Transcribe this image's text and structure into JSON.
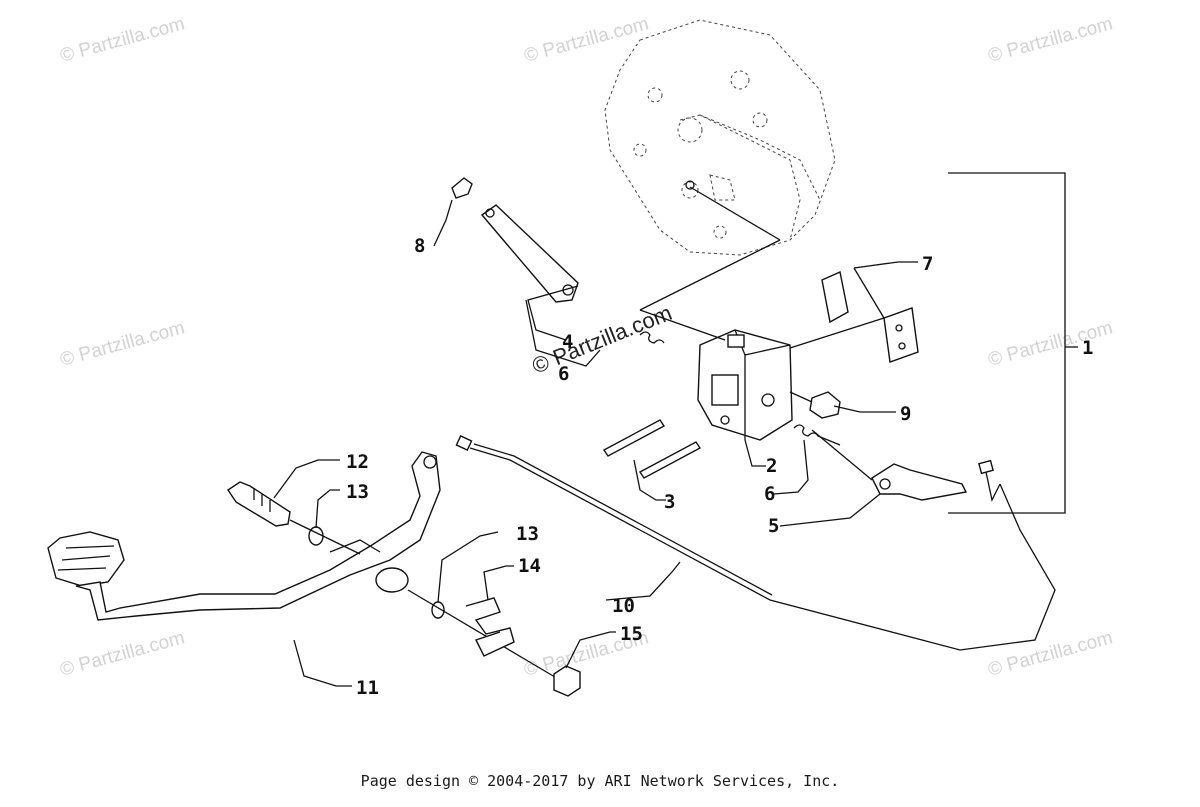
{
  "watermark": {
    "text": "© Partzilla.com",
    "center_text": "© Partzilla.com"
  },
  "callouts": {
    "c1": "1",
    "c2": "2",
    "c3": "3",
    "c4": "4",
    "c5": "5",
    "c6a": "6",
    "c6b": "6",
    "c7": "7",
    "c8": "8",
    "c9": "9",
    "c10": "10",
    "c11": "11",
    "c12": "12",
    "c13a": "13",
    "c13b": "13",
    "c14": "14",
    "c15": "15"
  },
  "footer": {
    "text": "Page design © 2004-2017 by ARI Network Services, Inc."
  },
  "colors": {
    "ink": "#111111",
    "watermark": "#d2d2d2"
  }
}
